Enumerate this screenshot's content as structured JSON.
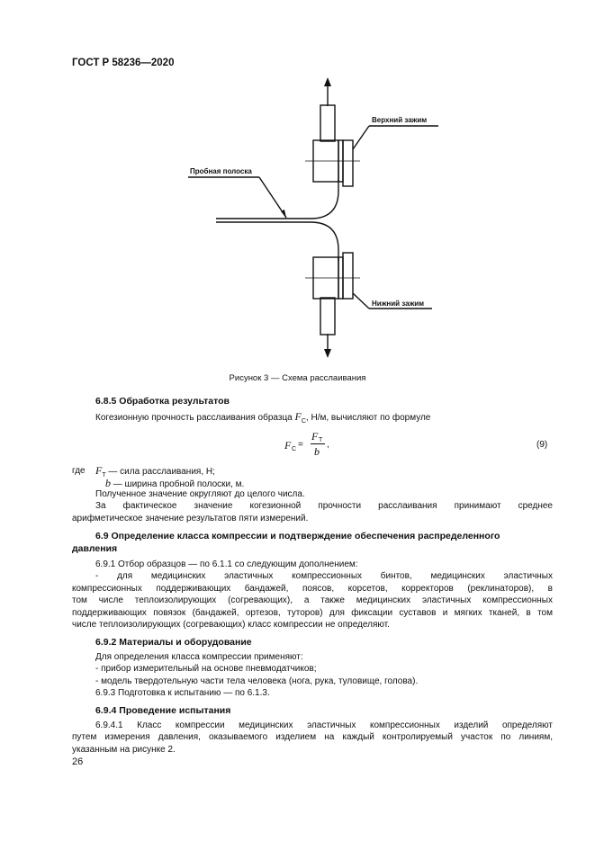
{
  "header": {
    "doc_title": "ГОСТ Р 58236—2020"
  },
  "figure": {
    "label_upper_clamp": "Верхний зажим",
    "label_lower_clamp": "Нижний зажим",
    "label_test_strip": "Пробная полоска",
    "caption": "Рисунок 3 — Схема расслаивания"
  },
  "s685": {
    "heading": "6.8.5 Обработка результатов",
    "intro_a": "Когезионную прочность расслаивания образца ",
    "intro_var": "F",
    "intro_sub": "C",
    "intro_b": ", Н/м, вычисляют по формуле",
    "formula_lhs_var": "F",
    "formula_lhs_sub": "C",
    "formula_eq": " = ",
    "formula_num_var": "F",
    "formula_num_sub": "T",
    "formula_den": "b",
    "formula_comma": ",",
    "formula_no": "(9)",
    "where": "где",
    "def1_var": "F",
    "def1_sub": "T",
    "def1_text": " — сила расслаивания, Н;",
    "def2_var": "b",
    "def2_text": " — ширина пробной полоски, м.",
    "p_round": "Полученное значение округляют до целого числа.",
    "p_mean_line1": "За фактическое значение когезионной прочности расслаивания принимают среднее",
    "p_mean_line2": "арифметическое значение результатов пяти измерений."
  },
  "s69": {
    "heading_line1": "6.9 Определение класса компрессии и подтверждение обеспечения распределенного",
    "heading_line2": "давления",
    "p1": "6.9.1 Отбор образцов — по 6.1.1 со следующим дополнением:",
    "p2_l1": "- для медицинских эластичных компрессионных бинтов, медицинских эластичных",
    "p2_l2": "компрессионных поддерживающих бандажей, поясов, корсетов, корректоров (реклинаторов), в",
    "p2_l3": "том числе теплоизолирующих (согревающих), а также медицинских эластичных компрессионных",
    "p2_l4": "поддерживающих повязок (бандажей, ортезов, туторов) для фиксации суставов и мягких тканей, в том",
    "p2_l5": "числе теплоизолирующих (согревающих) класс компрессии не определяют."
  },
  "s692": {
    "heading": "6.9.2 Материалы и оборудование",
    "l1": "Для определения класса компрессии применяют:",
    "l2": "- прибор измерительный на основе пневмодатчиков;",
    "l3": "- модель твердотельную части тела человека (нога, рука, туловище, голова).",
    "l4": "6.9.3 Подготовка к испытанию — по 6.1.3."
  },
  "s694": {
    "heading": "6.9.4 Проведение испытания",
    "l1": "6.9.4.1 Класс компрессии медицинских эластичных компрессионных изделий определяют",
    "l2": "путем измерения давления, оказываемого изделием на каждый контролируемый участок по линиям,",
    "l3": "указанным на рисунке 2."
  },
  "footer": {
    "page_number": "26"
  }
}
